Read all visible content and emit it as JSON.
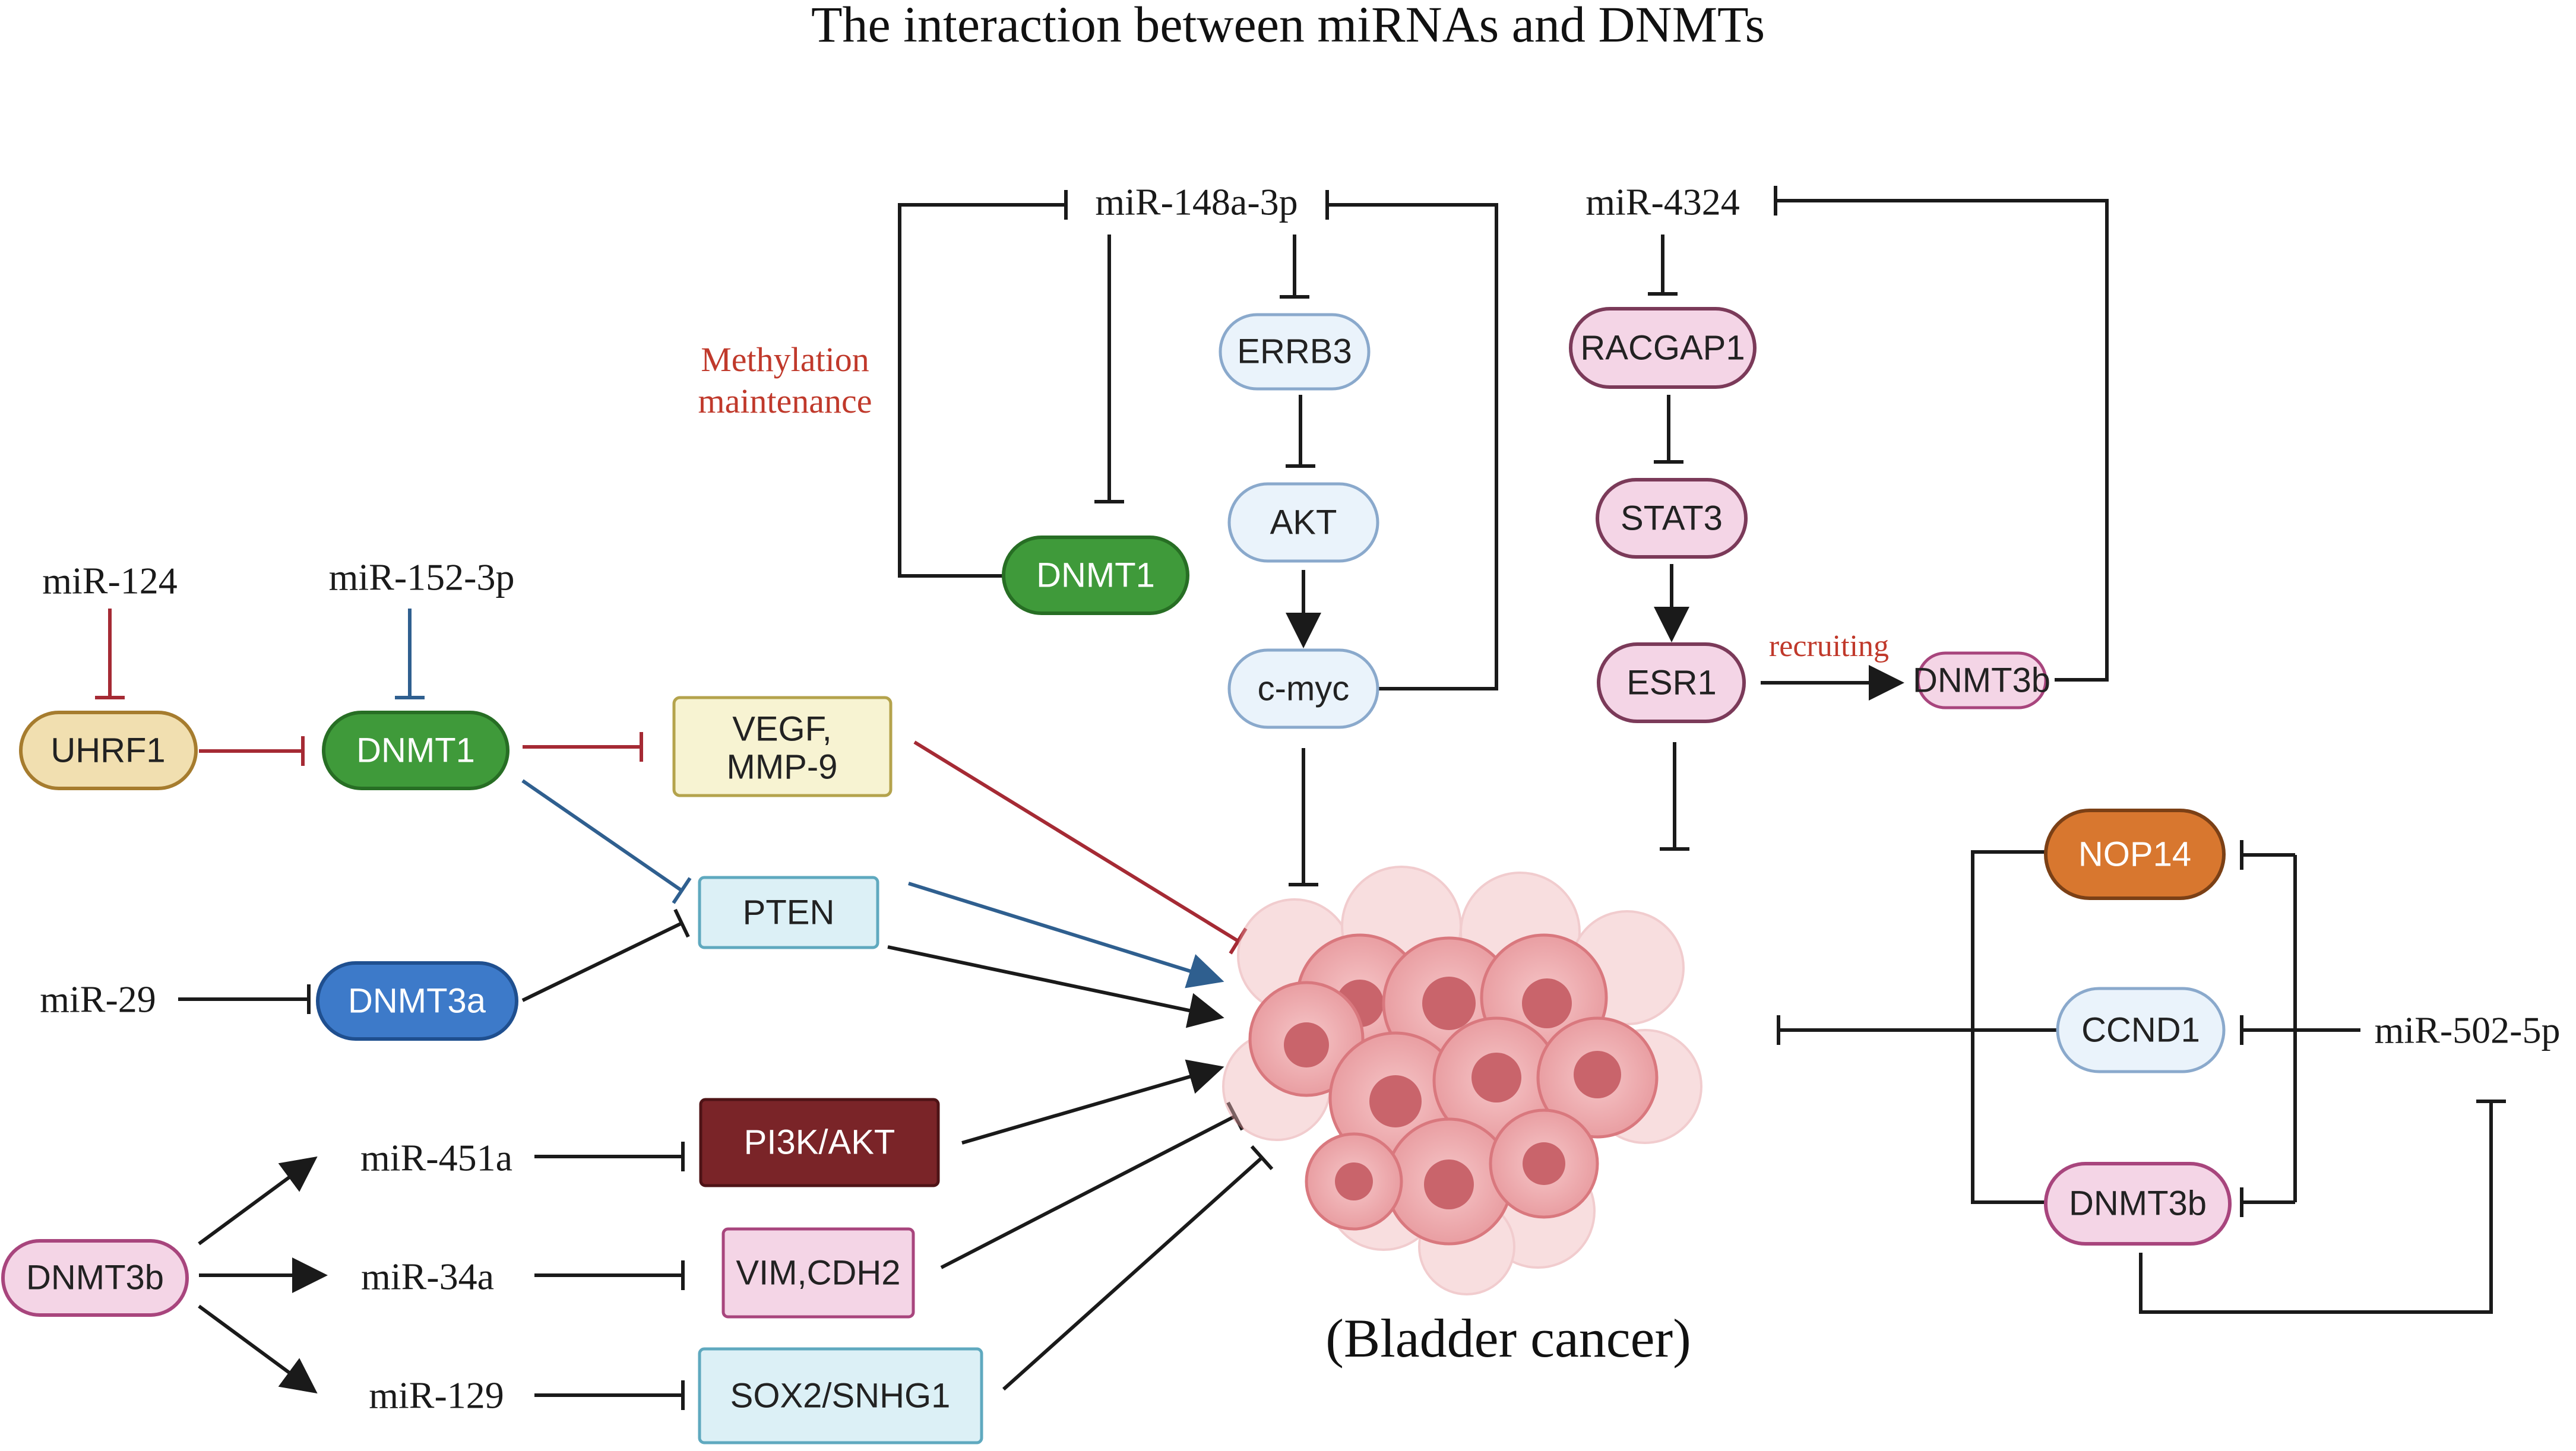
{
  "title": "The interaction between miRNAs and DNMTs",
  "cancer_label": "(Bladder cancer)",
  "annotations": {
    "methylation_line1": "Methylation",
    "methylation_line2": "maintenance",
    "recruiting": "recruiting"
  },
  "mirnas": {
    "mir_124": "miR-124",
    "mir_152_3p": "miR-152-3p",
    "mir_148a_3p": "miR-148a-3p",
    "mir_4324": "miR-4324",
    "mir_29": "miR-29",
    "mir_451a": "miR-451a",
    "mir_34a": "miR-34a",
    "mir_129": "miR-129",
    "mir_502_5p": "miR-502-5p"
  },
  "nodes": {
    "uhrf1": "UHRF1",
    "dnmt1_left": "DNMT1",
    "dnmt1_top": "DNMT1",
    "vegf_line1": "VEGF,",
    "vegf_line2": "MMP-9",
    "pten": "PTEN",
    "dnmt3a": "DNMT3a",
    "pi3k_akt": "PI3K/AKT",
    "vim_cdh2": "VIM,CDH2",
    "sox2_snhg1": "SOX2/SNHG1",
    "dnmt3b_left": "DNMT3b",
    "errb3": "ERRB3",
    "akt": "AKT",
    "cmyc": "c-myc",
    "racgap1": "RACGAP1",
    "stat3": "STAT3",
    "esr1": "ESR1",
    "dnmt3b_small": "DNMT3b",
    "nop14": "NOP14",
    "ccnd1": "CCND1",
    "dnmt3b_right": "DNMT3b"
  },
  "colors": {
    "promote": "#1a1a1a",
    "inhibit_red": "#a52a34",
    "inhibit_blue": "#2f5f8f",
    "annotation_red": "#c0392b",
    "green": "#3f9a3a",
    "blue_node": "#3d7ac9",
    "maroon": "#7a2428",
    "orange": "#d8772f",
    "light_blue": "#eaf3fb",
    "pink": "#f4d5e6",
    "tan": "#f1dfb0",
    "cream": "#f7f3d2",
    "cyan": "#dcf0f6",
    "cell": "#e8a2a4"
  }
}
